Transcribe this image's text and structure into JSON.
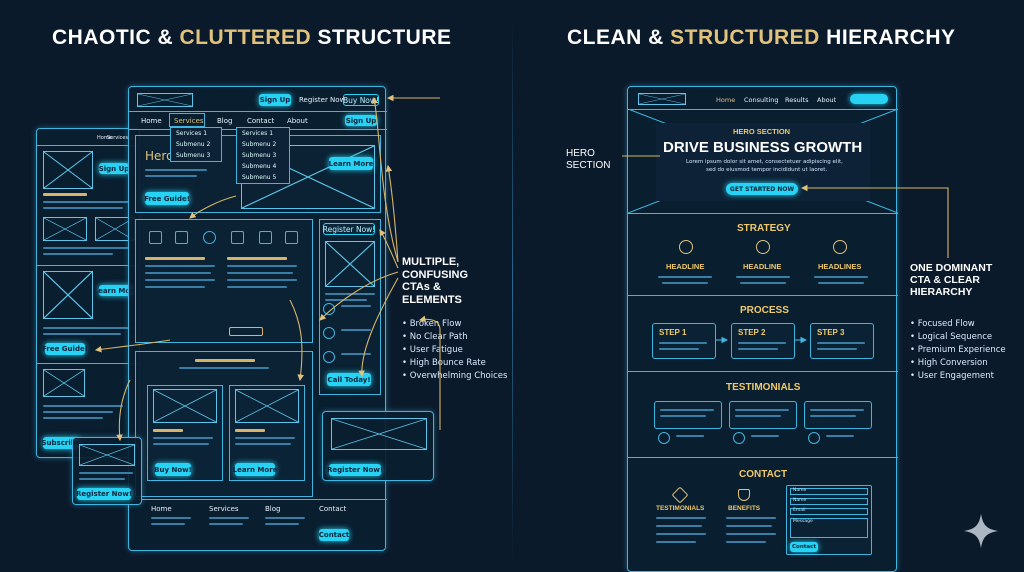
{
  "left": {
    "title_a": "CHAOTIC & ",
    "title_b": "CLUTTERED",
    "title_c": " STRUCTURE",
    "nav": [
      "Home",
      "Services",
      "Blog",
      "Contact",
      "About"
    ],
    "top_buttons": {
      "sign_up": "Sign Up",
      "register": "Register Now",
      "buy": "Buy Now!"
    },
    "services_menu": [
      "Services 1",
      "Submenu 2",
      "Submenu 3"
    ],
    "services_menu2": [
      "Services 1",
      "Submenu 2",
      "Submenu 3",
      "Submenu 4",
      "Submenu 5"
    ],
    "hero_text": "Hero Text",
    "buttons": {
      "sign_up2": "Sign Up",
      "learn_more": "Learn More",
      "free_guide": "Free Guide!",
      "register_now": "Register Now!",
      "call_today": "Call Today!",
      "buy_now": "Buy Now!",
      "learn_more2": "Learn More",
      "register_now2": "Register Now!",
      "register_now3": "Register Now!",
      "contact": "Contact",
      "back_sign_up": "Sign Up",
      "back_learn_more": "Learn More",
      "back_free_guide": "Free Guide!",
      "back_subscribe": "Subscribe"
    },
    "back_nav": [
      "Home",
      "Services",
      "C"
    ],
    "footer": [
      "Home",
      "Services",
      "Blog",
      "Contact"
    ],
    "callout_title": "MULTIPLE,\nCONFUSING\nCTAs &\nELEMENTS",
    "bullets": [
      "Broken Flow",
      "No Clear Path",
      "User Fatigue",
      "High Bounce Rate",
      "Overwhelming Choices"
    ]
  },
  "right": {
    "title_a": "CLEAN & ",
    "title_b": "STRUCTURED",
    "title_c": " HIERARCHY",
    "nav": [
      "Home",
      "Consulting",
      "Results",
      "About"
    ],
    "hero_label": "HERO SECTION",
    "hero_headline": "DRIVE BUSINESS GROWTH",
    "hero_sub1": "Lorem ipsum dolor sit amet, consectetuer adipiscing elit,",
    "hero_sub2": "sed do eiusmod tempor incididunt ut laoret.",
    "hero_cta": "GET STARTED NOW",
    "hero_callout": "HERO\nSECTION",
    "strategy": "STRATEGY",
    "headlines": [
      "HEADLINE",
      "HEADLINE",
      "HEADLINES"
    ],
    "process": "PROCESS",
    "steps": [
      "STEP 1",
      "STEP 2",
      "STEP 3"
    ],
    "testimonials": "TESTIMONIALS",
    "contact": "CONTACT",
    "contact_cols": [
      "TESTIMONIALS",
      "BENEFITS"
    ],
    "form_fields": [
      "Name",
      "Name",
      "Email",
      "Message"
    ],
    "form_button": "Contact",
    "callout_title": "ONE DOMINANT\nCTA & CLEAR\nHIERARCHY",
    "bullets": [
      "Focused Flow",
      "Logical Sequence",
      "Premium Experience",
      "High Conversion",
      "User Engagement"
    ]
  },
  "colors": {
    "bg": "#0b1a2b",
    "accent": "#27d3f5",
    "gold": "#e0c27c"
  }
}
